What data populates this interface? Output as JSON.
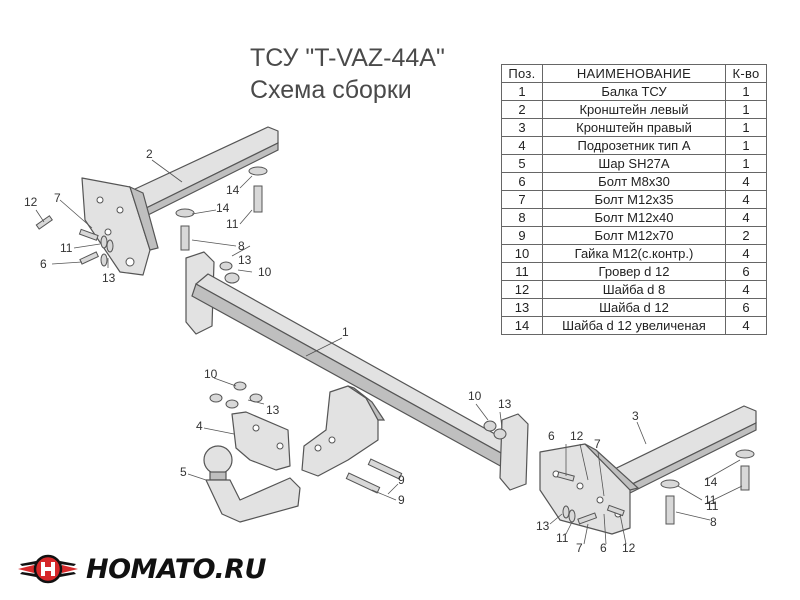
{
  "title": {
    "line1": "ТСУ \"T-VAZ-44A\"",
    "line2": "Схема сборки"
  },
  "table": {
    "headers": [
      "Поз.",
      "НАИМЕНОВАНИЕ",
      "К-во"
    ],
    "rows": [
      [
        "1",
        "Балка ТСУ",
        "1"
      ],
      [
        "2",
        "Кронштейн левый",
        "1"
      ],
      [
        "3",
        "Кронштейн правый",
        "1"
      ],
      [
        "4",
        "Подрозетник тип А",
        "1"
      ],
      [
        "5",
        "Шар SH27A",
        "1"
      ],
      [
        "6",
        "Болт M8x30",
        "4"
      ],
      [
        "7",
        "Болт M12x35",
        "4"
      ],
      [
        "8",
        "Болт M12x40",
        "4"
      ],
      [
        "9",
        "Болт M12x70",
        "2"
      ],
      [
        "10",
        "Гайка M12(с.контр.)",
        "4"
      ],
      [
        "11",
        "Гровер d 12",
        "6"
      ],
      [
        "12",
        "Шайба d 8",
        "4"
      ],
      [
        "13",
        "Шайба d 12",
        "6"
      ],
      [
        "14",
        "Шайба d 12 увеличеная",
        "4"
      ]
    ]
  },
  "callouts": [
    "1",
    "2",
    "3",
    "4",
    "5",
    "6",
    "7",
    "8",
    "9",
    "10",
    "11",
    "12",
    "13",
    "14"
  ],
  "logo": {
    "text": "HOMATO.RU",
    "icon": "car-wing-logo-icon",
    "accent": "#d6282a"
  }
}
